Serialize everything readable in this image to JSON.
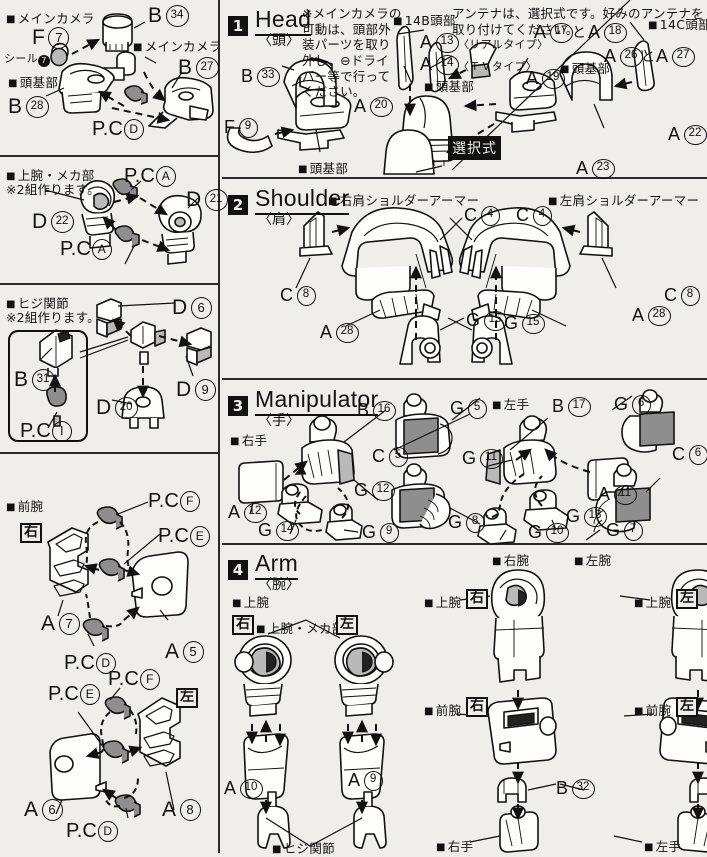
{
  "document": {
    "type": "model-kit-instruction-sheet",
    "page_background": "#efeeea",
    "ink": "#111111"
  },
  "sections": [
    {
      "number": "1",
      "name": "Head",
      "jp": "〈頭〉"
    },
    {
      "number": "2",
      "name": "Shoulder",
      "jp": "〈肩〉"
    },
    {
      "number": "3",
      "name": "Manipulator",
      "jp": "〈手〉"
    },
    {
      "number": "4",
      "name": "Arm",
      "jp": "〈腕〉"
    }
  ],
  "notes": {
    "camera_note": "※メインカメラの\n可動は、頭部外\n装パーツを取り\n外し、⊖ドライ\nバー等で行って\nください。",
    "antenna_note": "アンテナは、選択式です。好みのアンテナを\n取り付けてください。",
    "make_two_sets": "※2組作ります。",
    "selection_badge": "選択式"
  },
  "labels": {
    "main_camera": "メインカメラ",
    "seal": "シール",
    "head_base": "頭基部",
    "upper_arm_mech": "上腕・メカ部",
    "elbow_joint": "ヒジ関節",
    "forearm": "前腕",
    "upper_arm": "上腕",
    "head_14b": "14B頭部",
    "head_14c": "14C頭部",
    "real_type": "〈リアルタイプ〉",
    "tv_type": "〈ＴＶタイプ〉",
    "right_shoulder_armor": "右肩ショルダーアーマー",
    "left_shoulder_armor": "左肩ショルダーアーマー",
    "right_hand": "右手",
    "left_hand": "左手",
    "right_arm": "右腕",
    "left_arm": "左腕",
    "right_mark": "右",
    "left_mark": "左",
    "and": "と"
  },
  "part_codes": {
    "head": [
      "B 34",
      "F 7",
      "B 28",
      "B 27",
      "P.C D",
      "B 33",
      "F 9",
      "A 20",
      "A 13",
      "A 14",
      "A 17",
      "A 18",
      "A 19",
      "A 26",
      "A 27",
      "A 22",
      "A 23"
    ],
    "upper_arm_mech": [
      "D 22",
      "D 21",
      "P.C A",
      "P.C A"
    ],
    "elbow": [
      "D 6",
      "D 9",
      "D 20",
      "B 31",
      "P.C I"
    ],
    "forearm_right": [
      "A 7",
      "A 5",
      "P.C F",
      "P.C E",
      "P.C D"
    ],
    "forearm_left": [
      "A 6",
      "A 8",
      "P.C F",
      "P.C E",
      "P.C D",
      "P.C D"
    ],
    "shoulder": [
      "C 4",
      "C 8",
      "A 28",
      "G 15"
    ],
    "manipulator_right": [
      "B 16",
      "A 12",
      "G 14",
      "G 9",
      "G 12",
      "C 5",
      "G 5",
      "G 8"
    ],
    "manipulator_left": [
      "B 17",
      "G 11",
      "G 10",
      "G 13",
      "A 11",
      "G 6",
      "C 6",
      "G 7"
    ],
    "arm": [
      "A 10",
      "A 9",
      "B 32"
    ]
  },
  "codes": {
    "B34": {
      "l": "B",
      "n": "34"
    },
    "F7": {
      "l": "F",
      "n": "7"
    },
    "B28": {
      "l": "B",
      "n": "28"
    },
    "B27": {
      "l": "B",
      "n": "27"
    },
    "B33": {
      "l": "B",
      "n": "33"
    },
    "F9": {
      "l": "F",
      "n": "9"
    },
    "A20": {
      "l": "A",
      "n": "20"
    },
    "A13": {
      "l": "A",
      "n": "13"
    },
    "A14": {
      "l": "A",
      "n": "14"
    },
    "A17": {
      "l": "A",
      "n": "17"
    },
    "A18": {
      "l": "A",
      "n": "18"
    },
    "A19": {
      "l": "A",
      "n": "19"
    },
    "A26": {
      "l": "A",
      "n": "26"
    },
    "A27": {
      "l": "A",
      "n": "27"
    },
    "A22": {
      "l": "A",
      "n": "22"
    },
    "A23": {
      "l": "A",
      "n": "23"
    },
    "D22": {
      "l": "D",
      "n": "22"
    },
    "D21": {
      "l": "D",
      "n": "21"
    },
    "D6": {
      "l": "D",
      "n": "6"
    },
    "D9": {
      "l": "D",
      "n": "9"
    },
    "D20": {
      "l": "D",
      "n": "20"
    },
    "B31": {
      "l": "B",
      "n": "31"
    },
    "A7": {
      "l": "A",
      "n": "7"
    },
    "A5": {
      "l": "A",
      "n": "5"
    },
    "A6": {
      "l": "A",
      "n": "6"
    },
    "A8": {
      "l": "A",
      "n": "8"
    },
    "C4": {
      "l": "C",
      "n": "4"
    },
    "C8": {
      "l": "C",
      "n": "8"
    },
    "A28": {
      "l": "A",
      "n": "28"
    },
    "G15": {
      "l": "G",
      "n": "15"
    },
    "B16": {
      "l": "B",
      "n": "16"
    },
    "A12": {
      "l": "A",
      "n": "12"
    },
    "G14": {
      "l": "G",
      "n": "14"
    },
    "G9": {
      "l": "G",
      "n": "9"
    },
    "G12": {
      "l": "G",
      "n": "12"
    },
    "C5": {
      "l": "C",
      "n": "5"
    },
    "G5": {
      "l": "G",
      "n": "5"
    },
    "G8": {
      "l": "G",
      "n": "8"
    },
    "B17": {
      "l": "B",
      "n": "17"
    },
    "G11": {
      "l": "G",
      "n": "11"
    },
    "G10": {
      "l": "G",
      "n": "10"
    },
    "G13": {
      "l": "G",
      "n": "13"
    },
    "A11": {
      "l": "A",
      "n": "11"
    },
    "G6": {
      "l": "G",
      "n": "6"
    },
    "C6": {
      "l": "C",
      "n": "6"
    },
    "G7": {
      "l": "G",
      "n": "7"
    },
    "A10": {
      "l": "A",
      "n": "10"
    },
    "A9": {
      "l": "A",
      "n": "9"
    },
    "B32": {
      "l": "B",
      "n": "32"
    },
    "PCA": {
      "l": "P.C",
      "n": "A"
    },
    "PCD": {
      "l": "P.C",
      "n": "D"
    },
    "PCE": {
      "l": "P.C",
      "n": "E"
    },
    "PCF": {
      "l": "P.C",
      "n": "F"
    },
    "PCI": {
      "l": "P.C",
      "n": "Ⅰ"
    }
  }
}
